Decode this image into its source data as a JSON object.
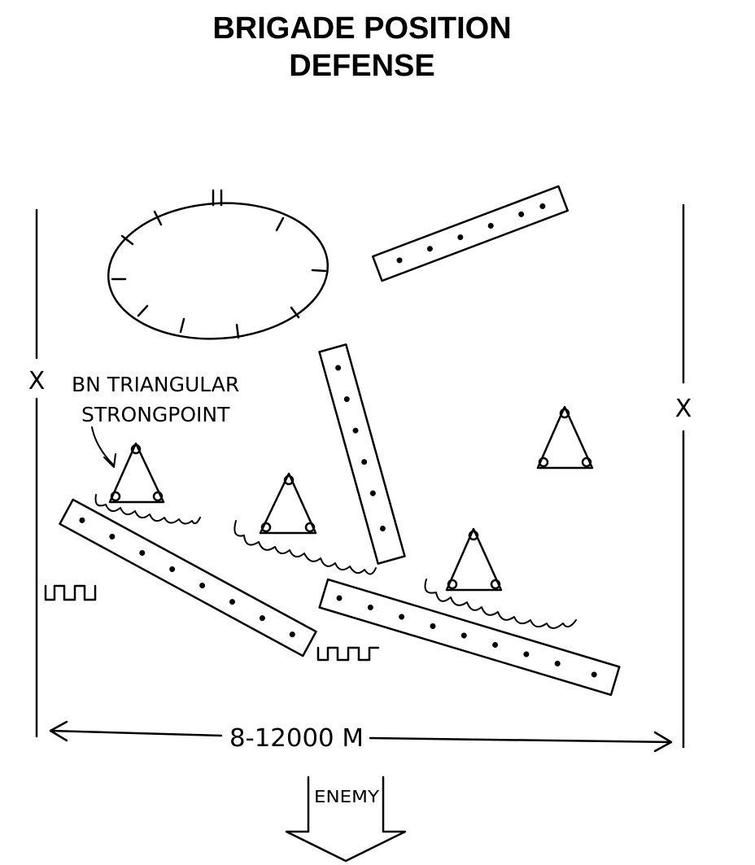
{
  "title": {
    "line1": "BRIGADE POSITION",
    "line2": "DEFENSE"
  },
  "labels": {
    "boundary_left": "X",
    "boundary_right": "X",
    "reserve_marker": "II",
    "strongpoint_line1": "BN TRIANGULAR",
    "strongpoint_line2": "STRONGPOINT",
    "frontage": "8-12000 M",
    "enemy": "ENEMY"
  },
  "colors": {
    "ink": "#000000",
    "paper": "#ffffff"
  }
}
